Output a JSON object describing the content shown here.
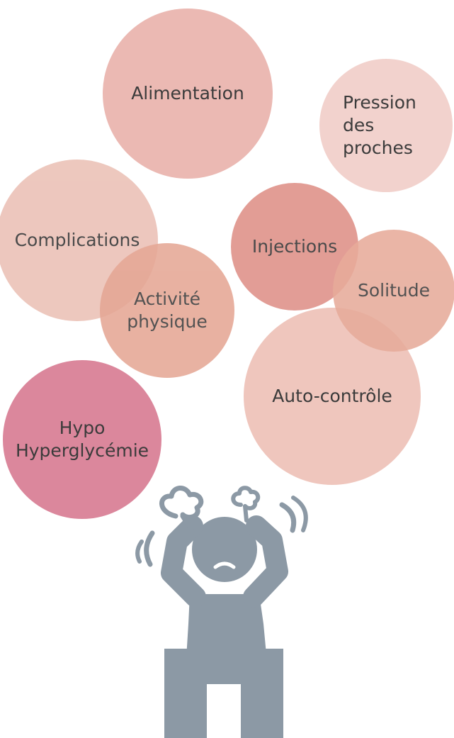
{
  "colors": {
    "figure": "#8c99a5",
    "alimentation": "#ebb9b3",
    "pression": "#f2d2cd",
    "complications": "#ecc3b9",
    "activite": "#e5a795",
    "injections": "#e0958d",
    "solitude": "#e7ab9a",
    "autocontrole": "#efc6bd",
    "hypo": "#db879c"
  },
  "bubbles": {
    "alimentation": {
      "lines": [
        "Alimentation"
      ]
    },
    "pression": {
      "lines": [
        "Pression",
        "des",
        "proches"
      ]
    },
    "complications": {
      "lines": [
        "Complications"
      ]
    },
    "activite": {
      "lines": [
        "Activité",
        "physique"
      ]
    },
    "injections": {
      "lines": [
        "Injections"
      ]
    },
    "solitude": {
      "lines": [
        "Solitude"
      ]
    },
    "autocontrole": {
      "lines": [
        "Auto-contrôle"
      ]
    },
    "hypo": {
      "lines": [
        "Hypo",
        "Hyperglycémie"
      ]
    }
  },
  "figure": {
    "icon": "stressed-person-icon"
  }
}
